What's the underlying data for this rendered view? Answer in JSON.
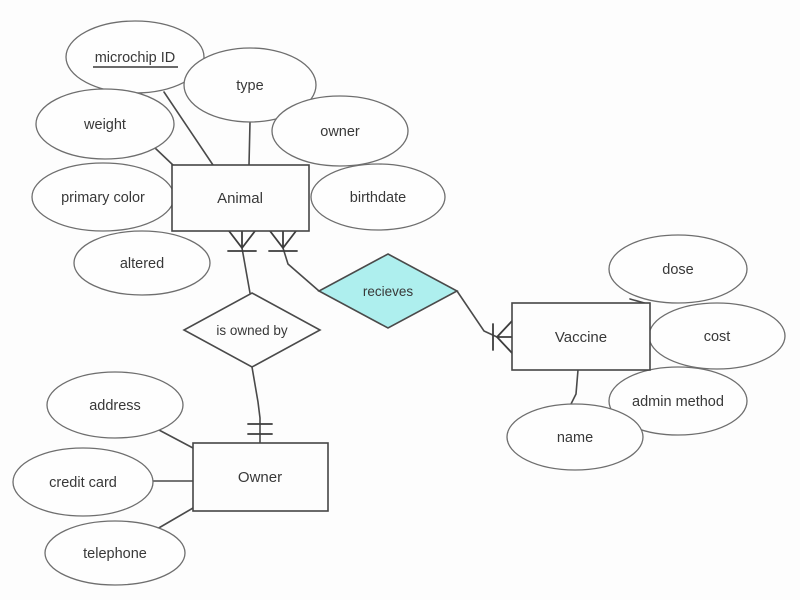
{
  "diagram": {
    "type": "entity-relationship-diagram",
    "colors": {
      "background": "#fdfdfd",
      "line": "#4a4a4a",
      "text": "#383838",
      "entity_fill": "#fdfdfd",
      "recieves_diamond_fill": "#aeefee",
      "is_owned_by_diamond_fill": "#fdfdfd"
    },
    "entities": {
      "animal": {
        "label": "Animal"
      },
      "vaccine": {
        "label": "Vaccine"
      },
      "owner": {
        "label": "Owner"
      }
    },
    "relationships": {
      "is_owned_by": {
        "label": "is owned by",
        "fill": "#fdfdfd",
        "connects": [
          "Animal",
          "Owner"
        ]
      },
      "recieves": {
        "label": "recieves",
        "fill": "#aeefee",
        "connects": [
          "Animal",
          "Vaccine"
        ]
      }
    },
    "attributes": {
      "animal": {
        "microchip_id": {
          "label": "microchip ID",
          "primary_key": true
        },
        "type": {
          "label": "type"
        },
        "weight": {
          "label": "weight"
        },
        "owner": {
          "label": "owner"
        },
        "primary_color": {
          "label": "primary color"
        },
        "birthdate": {
          "label": "birthdate"
        },
        "altered": {
          "label": "altered"
        }
      },
      "vaccine": {
        "dose": {
          "label": "dose"
        },
        "cost": {
          "label": "cost"
        },
        "admin_method": {
          "label": "admin method"
        },
        "name": {
          "label": "name"
        }
      },
      "owner": {
        "address": {
          "label": "address"
        },
        "credit_card": {
          "label": "credit card"
        },
        "telephone": {
          "label": "telephone"
        }
      }
    },
    "connections": [
      {
        "from": "Animal",
        "via": "is owned by",
        "to": "Owner",
        "animal_end": "crow-foot-with-bar",
        "owner_end": "double-bar-one-and-only-one"
      },
      {
        "from": "Animal",
        "via": "recieves",
        "to": "Vaccine",
        "animal_end": "crow-foot-with-bar",
        "vaccine_end": "crow-foot-with-bar"
      }
    ]
  }
}
